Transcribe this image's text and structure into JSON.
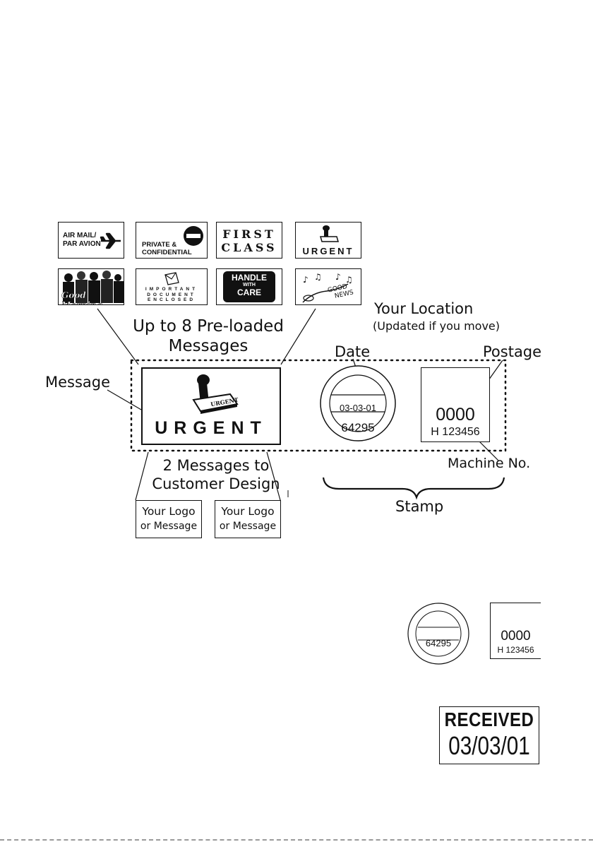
{
  "preloaded_messages": {
    "airmail": {
      "line1": "AIR MAIL/",
      "line2": "PAR AVION"
    },
    "private": {
      "line1": "PRIVATE &",
      "line2": "CONFIDENTIAL"
    },
    "first_class": {
      "line1": "FIRST",
      "line2": "CLASS"
    },
    "urgent": {
      "text": "URGENT"
    },
    "good_morning": {
      "text": "Good Morning"
    },
    "important": {
      "line1": "IMPORTANT",
      "line2": "DOCUMENT",
      "line3": "ENCLOSED"
    },
    "handle_care": {
      "line1": "HANDLE",
      "line2": "WITH",
      "line3": "CARE"
    },
    "good_news": {
      "line1": "GOOD",
      "line2": "NEWS"
    }
  },
  "labels": {
    "preloaded_line1": "Up to 8 Pre-loaded",
    "preloaded_line2": "Messages",
    "message": "Message",
    "your_location": "Your Location",
    "updated": "(Updated if you move)",
    "date": "Date",
    "postage": "Postage",
    "machine_no": "Machine No.",
    "stamp": "Stamp",
    "customer_line1": "2 Messages to",
    "customer_line2": "Customer Design"
  },
  "main_message": {
    "text": "URGENT",
    "stamp_text": "URGENT"
  },
  "date_stamp": {
    "date": "03-03-01",
    "location_code": "64295"
  },
  "postage_stamp": {
    "amount": "0000",
    "machine": "H 123456"
  },
  "custom_messages": [
    {
      "line1": "Your Logo",
      "line2": "or Message"
    },
    {
      "line1": "Your Logo",
      "line2": "or Message"
    }
  ],
  "small_stamp": {
    "location_code": "64295",
    "amount": "0000",
    "machine": "H 123456"
  },
  "received_stamp": {
    "title": "RECEIVED",
    "date": "03/03/01"
  }
}
